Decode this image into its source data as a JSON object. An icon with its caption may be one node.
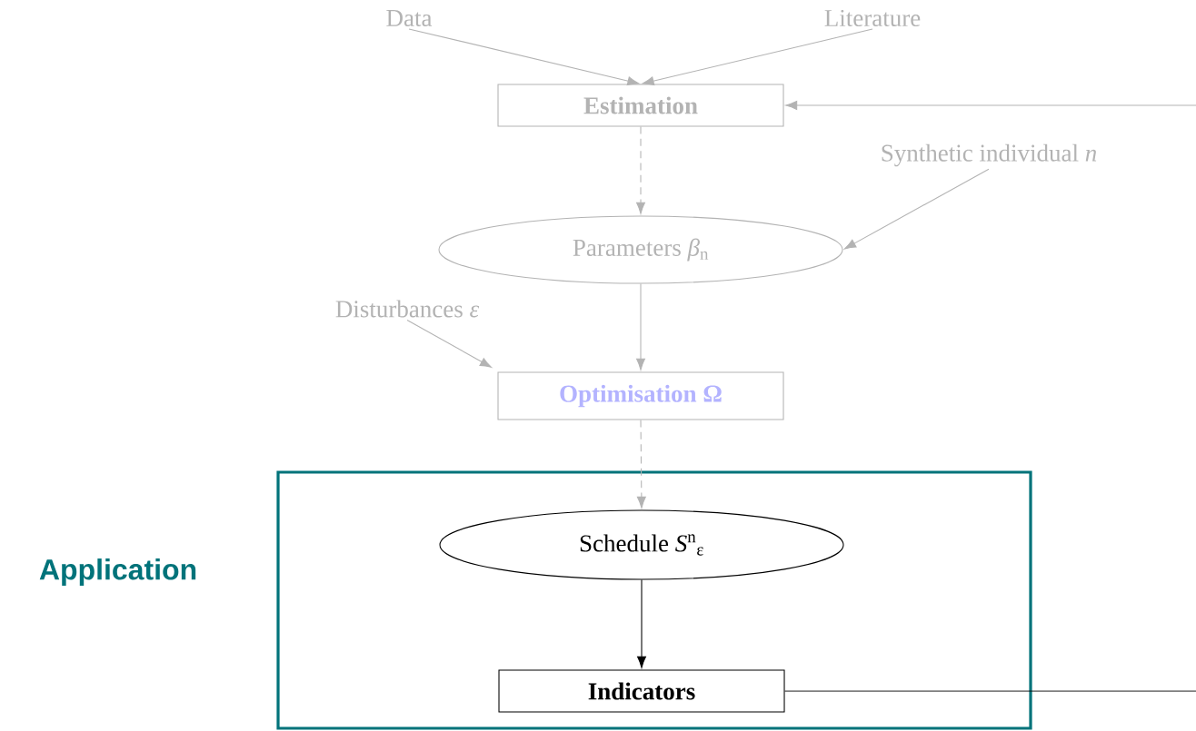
{
  "diagram": {
    "nodes": [
      {
        "text": [
          "Data"
        ]
      },
      {
        "text": [
          "Literature"
        ]
      },
      {
        "text": [
          "Estimation"
        ]
      },
      {
        "text": [
          "Synthetic individual *n*"
        ]
      },
      {
        "text": [
          "Parameters *β*$_{n}$"
        ]
      },
      {
        "text": [
          "Disturbances *ε*"
        ]
      },
      {
        "text": [
          "Optimisation Ω"
        ]
      },
      {
        "text": [
          "Application"
        ]
      },
      {
        "text": [
          "Schedule *S*$^{n}$$_{ε}$"
        ],
        "in": 7
      },
      {
        "text": [
          "Indicators"
        ],
        "in": 7
      }
    ],
    "edges": [
      {
        "from": 0,
        "to": 2,
        "arrow": "to"
      },
      {
        "from": 1,
        "to": 2,
        "arrow": "to"
      },
      {
        "from": 2,
        "to": 4,
        "arrow": "to",
        "style": "dashed"
      },
      {
        "from": 3,
        "to": 4,
        "arrow": "to"
      },
      {
        "from": 4,
        "to": 6,
        "arrow": "to"
      },
      {
        "from": 5,
        "to": 6,
        "arrow": "to"
      },
      {
        "from": 6,
        "to": 8,
        "arrow": "to",
        "style": "dashed"
      },
      {
        "from": 8,
        "to": 9,
        "arrow": "to",
        "color": "#000000"
      },
      {
        "from": 9,
        "to": null,
        "arrow": "none",
        "color": "#000000"
      },
      {
        "from": null,
        "to": 2,
        "arrow": "to"
      }
    ]
  }
}
